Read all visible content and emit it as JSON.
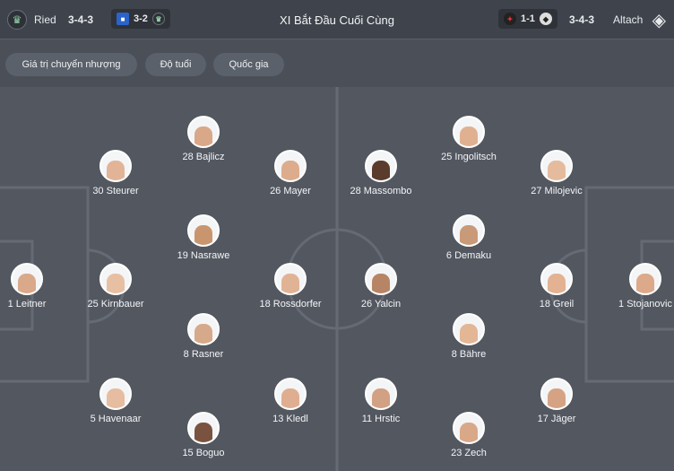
{
  "header": {
    "home_team": "Ried",
    "home_formation": "3-4-3",
    "home_last_score": "3-2",
    "title": "XI Bắt Đầu Cuối Cùng",
    "away_last_score": "1-1",
    "away_formation": "3-4-3",
    "away_team": "Altach"
  },
  "filters": [
    "Giá trị chuyển nhượng",
    "Độ tuổi",
    "Quốc gia"
  ],
  "colors": {
    "header_bg": "#3f444c",
    "pitch_bg": "#525760",
    "pill_bg": "#5b616b",
    "line": "#656b74"
  },
  "home_players": [
    {
      "number": "1",
      "name": "Leitner",
      "skin": "#d9a98a"
    },
    {
      "number": "25",
      "name": "Kirnbauer",
      "skin": "#e7c0a3"
    },
    {
      "number": "30",
      "name": "Steurer",
      "skin": "#e2b497"
    },
    {
      "number": "5",
      "name": "Havenaar",
      "skin": "#e6bda0"
    },
    {
      "number": "28",
      "name": "Bajlicz",
      "skin": "#d8a889"
    },
    {
      "number": "19",
      "name": "Nasrawe",
      "skin": "#c9956f"
    },
    {
      "number": "8",
      "name": "Rasner",
      "skin": "#d6a98a"
    },
    {
      "number": "15",
      "name": "Boguo",
      "skin": "#7a5340"
    },
    {
      "number": "26",
      "name": "Mayer",
      "skin": "#dcac8c"
    },
    {
      "number": "18",
      "name": "Rossdorfer",
      "skin": "#e1b395"
    },
    {
      "number": "13",
      "name": "Kledl",
      "skin": "#dfae90"
    }
  ],
  "away_players": [
    {
      "number": "28",
      "name": "Massombo",
      "skin": "#5a3b2c"
    },
    {
      "number": "26",
      "name": "Yalcin",
      "skin": "#b78565"
    },
    {
      "number": "11",
      "name": "Hrstic",
      "skin": "#d2a083"
    },
    {
      "number": "25",
      "name": "Ingolitsch",
      "skin": "#e0b191"
    },
    {
      "number": "6",
      "name": "Demaku",
      "skin": "#c99a78"
    },
    {
      "number": "8",
      "name": "Bähre",
      "skin": "#e3b696"
    },
    {
      "number": "23",
      "name": "Zech",
      "skin": "#d9a888"
    },
    {
      "number": "27",
      "name": "Milojevic",
      "skin": "#e4bb9d"
    },
    {
      "number": "18",
      "name": "Greil",
      "skin": "#e2b293"
    },
    {
      "number": "17",
      "name": "Jäger",
      "skin": "#d5a384"
    },
    {
      "number": "1",
      "name": "Stojanovic",
      "skin": "#dca98a"
    }
  ]
}
